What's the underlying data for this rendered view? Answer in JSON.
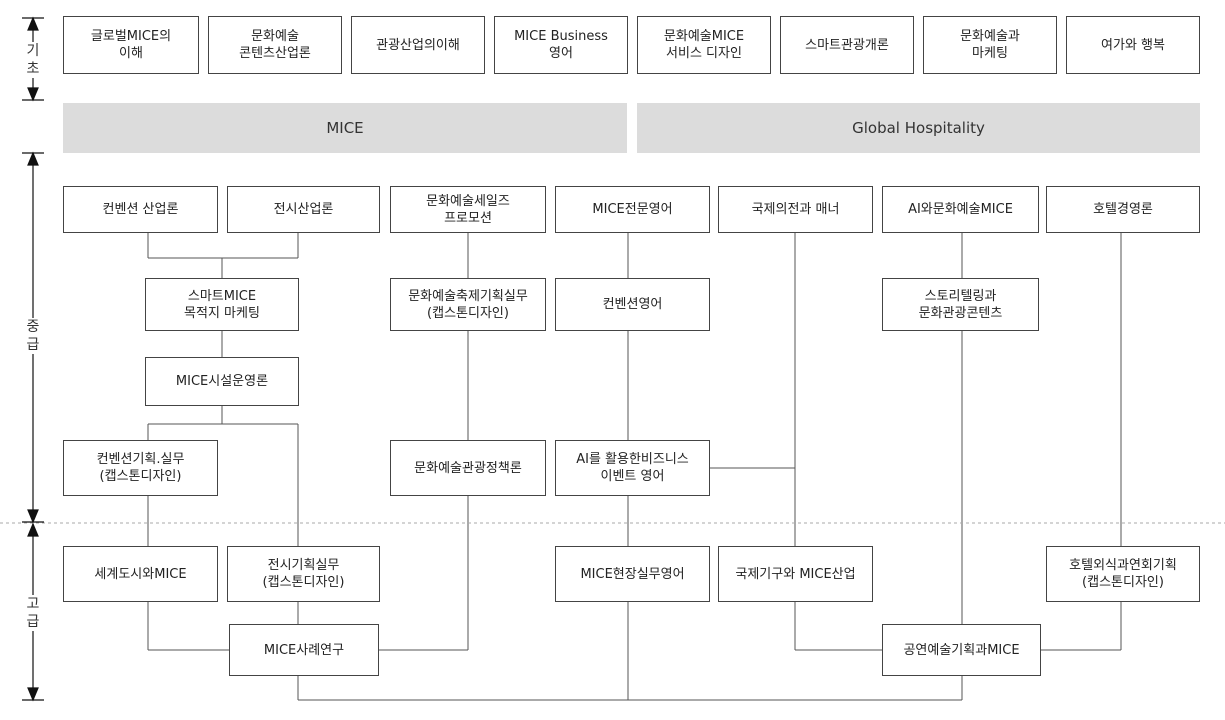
{
  "levels": {
    "basic": [
      "기",
      "초"
    ],
    "intermediate": [
      "중",
      "급"
    ],
    "advanced": [
      "고",
      "급"
    ]
  },
  "bands": {
    "mice": "MICE",
    "hospitality": "Global Hospitality"
  },
  "basic_courses": [
    "글로벌MICE의\n이해",
    "문화예술\n콘텐츠산업론",
    "관광산업의이해",
    "MICE Business\n영어",
    "문화예술MICE\n서비스 디자인",
    "스마트관광개론",
    "문화예술과\n마케팅",
    "여가와 행복"
  ],
  "courses": {
    "convention_industry": "컨벤션 산업론",
    "exhibition_industry": "전시산업론",
    "arts_sales_promotion": "문화예술세일즈\n프로모션",
    "mice_english": "MICE전문영어",
    "intl_protocol": "국제의전과 매너",
    "ai_arts_mice": "AI와문화예술MICE",
    "hotel_management": "호텔경영론",
    "smart_mice_marketing": "스마트MICE\n목적지 마케팅",
    "arts_festival_planning": "문화예술축제기획실무\n(캡스톤디자인)",
    "convention_english": "컨벤션영어",
    "storytelling": "스토리텔링과\n문화관광콘텐츠",
    "mice_facility": "MICE시설운영론",
    "convention_planning": "컨벤션기획.실무\n(캡스톤디자인)",
    "arts_tourism_policy": "문화예술관광정책론",
    "ai_business_event_english": "AI를 활용한비즈니스\n이벤트 영어",
    "world_city_mice": "세계도시와MICE",
    "exhibition_planning": "전시기획실무\n(캡스톤디자인)",
    "mice_field_english": "MICE현장실무영어",
    "intl_org_mice": "국제기구와 MICE산업",
    "hotel_food_banquet": "호텔외식과연회기획\n(캡스톤디자인)",
    "mice_case_study": "MICE사례연구",
    "performing_arts_mice": "공연예술기획과MICE"
  }
}
